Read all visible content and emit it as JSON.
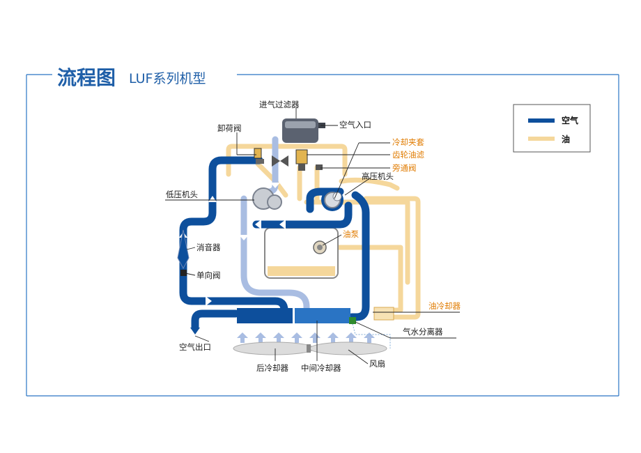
{
  "title": {
    "main": "流程图",
    "sub": "LUF系列机型"
  },
  "legend": {
    "air": "空气",
    "oil": "油"
  },
  "colors": {
    "air": "#0d4f9c",
    "air_light": "#a9bde2",
    "oil": "#f5d79b",
    "frame": "#2a74c4"
  },
  "labels": {
    "intake_filter": "进气过滤器",
    "air_inlet": "空气入口",
    "unloader_valve": "卸荷阀",
    "cooling_jacket": "冷却夹套",
    "gear_oil_filter": "齿轮油滤",
    "bypass_valve": "旁通阀",
    "high_pressure_head": "高压机头",
    "low_pressure_head": "低压机头",
    "oil_pump": "油泵",
    "silencer": "消音器",
    "check_valve": "单向阀",
    "oil_cooler": "油冷却器",
    "water_separator": "气水分离器",
    "air_outlet": "空气出口",
    "after_cooler": "后冷却器",
    "inter_cooler": "中间冷却器",
    "fan": "风扇"
  }
}
